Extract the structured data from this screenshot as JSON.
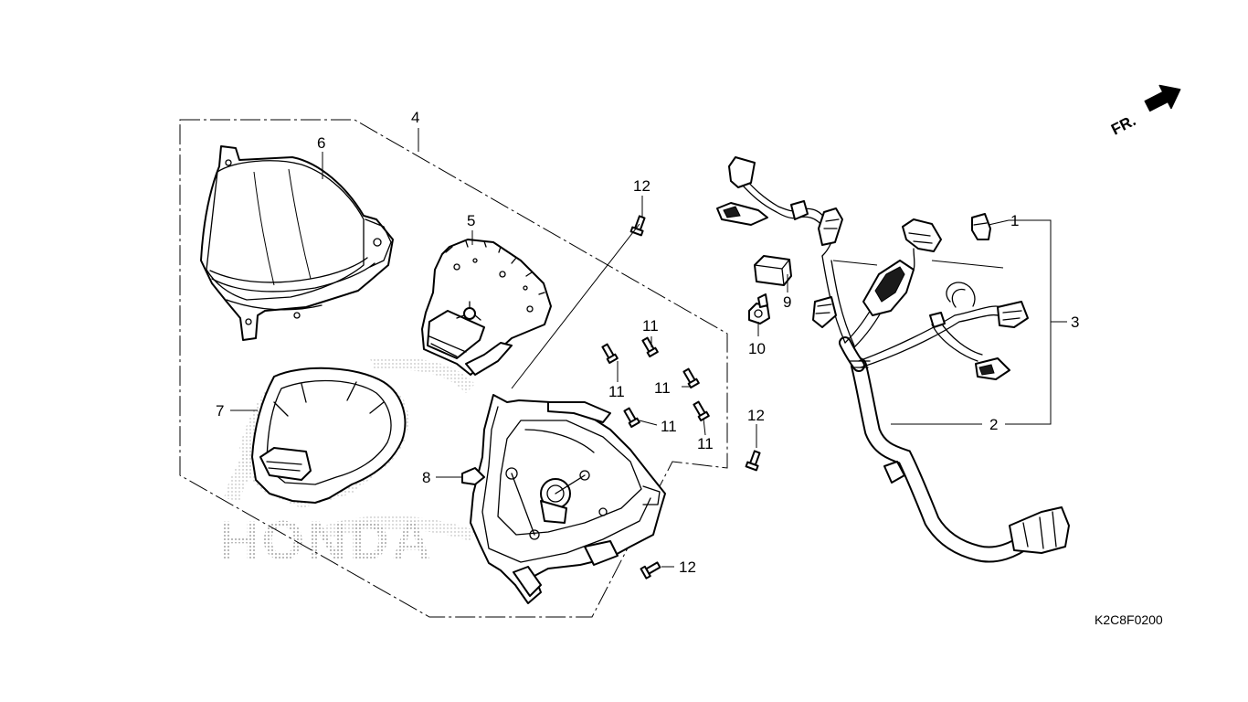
{
  "diagram": {
    "watermark": "HONDA",
    "direction_label": "FR.",
    "part_code": "K2C8F0200",
    "callouts": {
      "c1": "1",
      "c2": "2",
      "c3": "3",
      "c4": "4",
      "c5": "5",
      "c6": "6",
      "c7": "7",
      "c8": "8",
      "c9": "9",
      "c10": "10",
      "c11a": "11",
      "c11b": "11",
      "c11c": "11",
      "c11d": "11",
      "c11e": "11",
      "c12a": "12",
      "c12b": "12",
      "c12c": "12"
    }
  }
}
